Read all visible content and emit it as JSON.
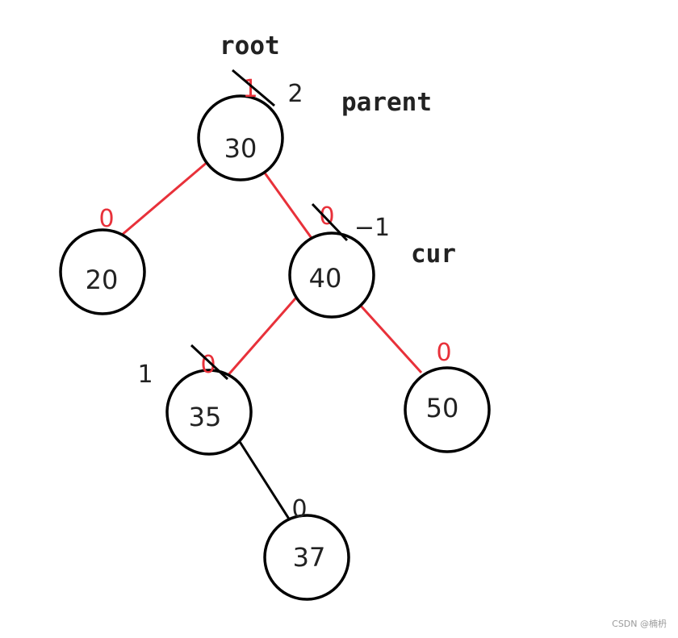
{
  "diagram": {
    "labels": {
      "root": "root",
      "parent": "parent",
      "cur": "cur"
    },
    "nodes": [
      {
        "id": "n30",
        "value": "30",
        "bf_old": "1",
        "bf_new": "2"
      },
      {
        "id": "n20",
        "value": "20",
        "bf_old": "0",
        "bf_new": ""
      },
      {
        "id": "n40",
        "value": "40",
        "bf_old": "0",
        "bf_new": "−1"
      },
      {
        "id": "n35",
        "value": "35",
        "bf_old": "0",
        "bf_new": "1"
      },
      {
        "id": "n50",
        "value": "50",
        "bf_old": "0",
        "bf_new": ""
      },
      {
        "id": "n37",
        "value": "37",
        "bf_old": "",
        "bf_new": "0"
      }
    ],
    "colors": {
      "old_edge": "#e8313a",
      "new_edge": "#000000",
      "old_balance_factor": "#e8313a",
      "new_balance_factor": "#222222"
    }
  },
  "watermark": "CSDN @楠枬"
}
